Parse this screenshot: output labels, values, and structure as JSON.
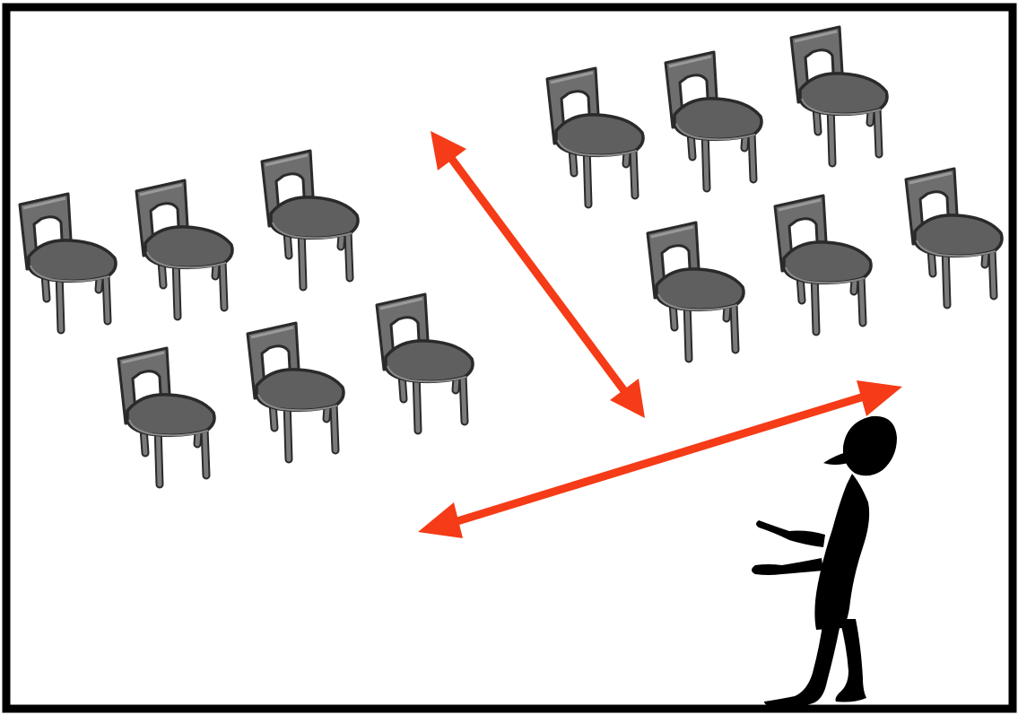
{
  "scene": {
    "chairs": [
      {
        "group": "left",
        "row": "back",
        "index": 1
      },
      {
        "group": "left",
        "row": "back",
        "index": 2
      },
      {
        "group": "left",
        "row": "back",
        "index": 3
      },
      {
        "group": "left",
        "row": "front",
        "index": 1
      },
      {
        "group": "left",
        "row": "front",
        "index": 2
      },
      {
        "group": "left",
        "row": "front",
        "index": 3
      },
      {
        "group": "right",
        "row": "back",
        "index": 1
      },
      {
        "group": "right",
        "row": "back",
        "index": 2
      },
      {
        "group": "right",
        "row": "back",
        "index": 3
      },
      {
        "group": "right",
        "row": "front",
        "index": 1
      },
      {
        "group": "right",
        "row": "front",
        "index": 2
      },
      {
        "group": "right",
        "row": "front",
        "index": 3
      }
    ],
    "arrows": [
      {
        "name": "aisle-arrow",
        "direction": "double-headed"
      },
      {
        "name": "front-arrow",
        "direction": "double-headed"
      }
    ],
    "figure": {
      "icon": "presenter-silhouette-icon"
    },
    "colors": {
      "frame": "#000000",
      "arrow": "#f53b17",
      "chair_fill": "#6e6e6e",
      "chair_seat": "#5f5f5f",
      "chair_stroke": "#2a2a2a",
      "figure": "#000000",
      "background": "#ffffff"
    }
  }
}
